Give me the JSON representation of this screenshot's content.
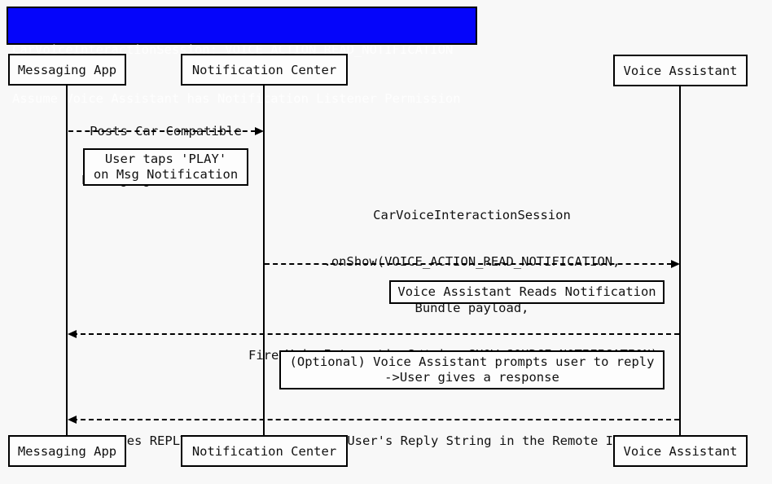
{
  "colors": {
    "background": "#f8f8f8",
    "title_background": "#0505fa",
    "title_text": "#fefefe",
    "stroke": "#000000",
    "box_fill": "#fdfdfd"
  },
  "title": {
    "lines": [
      "CarVoiceInteractionSession: VOICE_ACTION_READ_NOTIFICATION",
      "Assume Voice Assistant has Notification Listener Permission"
    ]
  },
  "participants": [
    {
      "id": "messaging-app",
      "label": "Messaging App"
    },
    {
      "id": "notification-center",
      "label": "Notification Center"
    },
    {
      "id": "voice-assistant",
      "label": "Voice Assistant"
    }
  ],
  "messages": [
    {
      "from": "Messaging App",
      "to": "Notification Center",
      "direction": "right",
      "line_style": "dashed",
      "lines": [
        "Posts Car Compatible",
        "Messaging Notification"
      ]
    },
    {
      "from": "Notification Center",
      "to": "Voice Assistant",
      "direction": "right",
      "line_style": "dashed",
      "lines": [
        "CarVoiceInteractionSession",
        ".onShow(VOICE_ACTION_READ_NOTIFICATION,",
        "Bundle payload,",
        "VoiceInteractionSession.SHOW_SOURCE_NOTIFICATION)"
      ]
    },
    {
      "from": "Voice Assistant",
      "to": "Messaging App",
      "direction": "left",
      "line_style": "dashed",
      "lines": [
        "Fires MARK_AS_READ Pending Intent"
      ]
    },
    {
      "from": "Voice Assistant",
      "to": "Messaging App",
      "direction": "left",
      "line_style": "dashed",
      "lines": [
        "Fires REPLY Pending Intent with User's Reply String in the Remote Input"
      ]
    }
  ],
  "notes": [
    {
      "lines": [
        "User taps 'PLAY'",
        "on Msg Notification"
      ]
    },
    {
      "lines": [
        "Voice Assistant Reads Notification"
      ]
    },
    {
      "lines": [
        "(Optional) Voice Assistant prompts user to reply",
        "->User gives a response"
      ]
    }
  ]
}
